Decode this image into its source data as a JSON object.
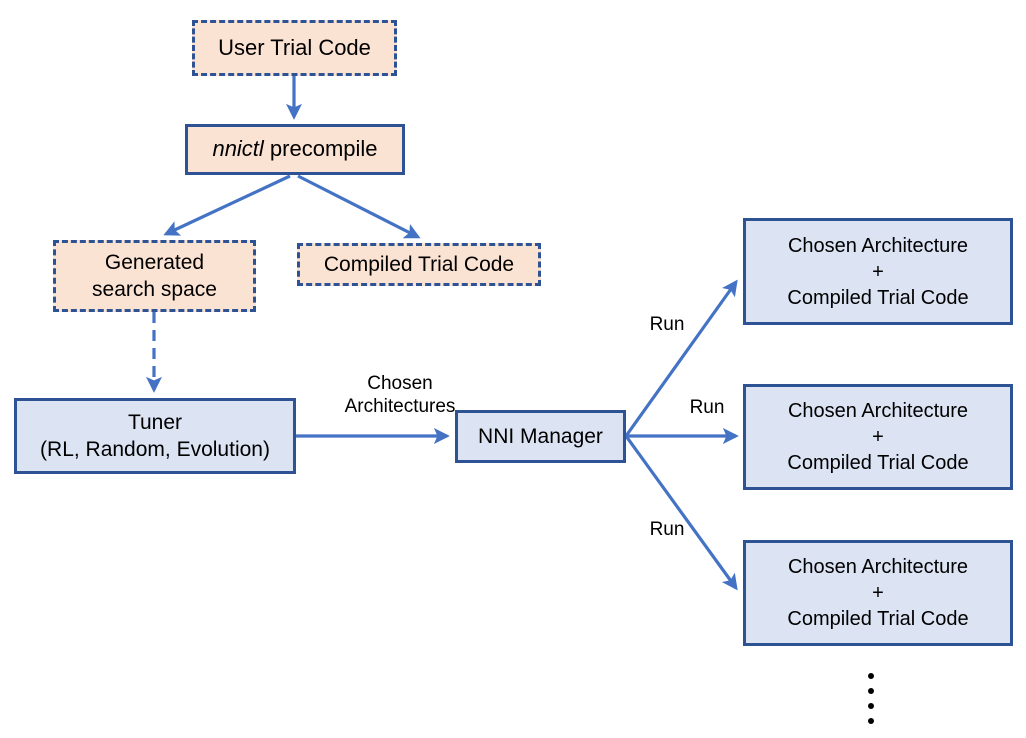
{
  "diagram": {
    "title": "NNI precompile / NAS workflow",
    "colors": {
      "peach_fill": "#FBE3D4",
      "blue_fill": "#DCE4F4",
      "border": "#2E5395",
      "arrow": "#4472C4",
      "text": "#000000",
      "background": "#FFFFFF"
    },
    "nodes": {
      "user_trial_code": {
        "label": "User Trial Code",
        "style": "dashed",
        "fill": "peach"
      },
      "nnictl_precompile": {
        "label_italic": "nnictl",
        "label_rest": " precompile",
        "style": "solid",
        "fill": "peach"
      },
      "generated_search_space": {
        "label": "Generated\nsearch space",
        "style": "dashed",
        "fill": "peach"
      },
      "compiled_trial_code": {
        "label": "Compiled Trial Code",
        "style": "dashed",
        "fill": "peach"
      },
      "tuner": {
        "label": "Tuner\n(RL, Random, Evolution)",
        "style": "solid",
        "fill": "blue"
      },
      "nni_manager": {
        "label": "NNI Manager",
        "style": "solid",
        "fill": "blue"
      },
      "trial_1": {
        "label": "Chosen Architecture\n+\nCompiled Trial Code",
        "style": "solid",
        "fill": "blue"
      },
      "trial_2": {
        "label": "Chosen Architecture\n+\nCompiled Trial Code",
        "style": "solid",
        "fill": "blue"
      },
      "trial_3": {
        "label": "Chosen Architecture\n+\nCompiled Trial Code",
        "style": "solid",
        "fill": "blue"
      }
    },
    "edge_labels": {
      "chosen_architectures": "Chosen\nArchitectures",
      "run_1": "Run",
      "run_2": "Run",
      "run_3": "Run"
    },
    "more_trials_indicator": "⋮"
  }
}
